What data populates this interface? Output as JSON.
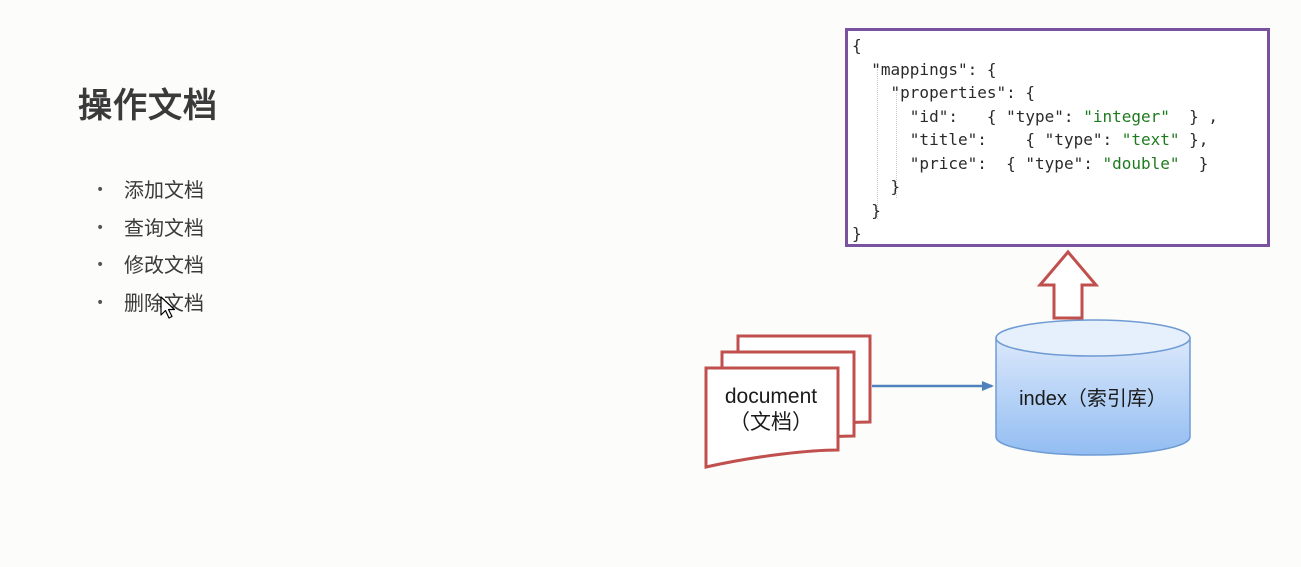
{
  "slide": {
    "title": "操作文档",
    "bullets": [
      {
        "label": "添加文档"
      },
      {
        "label": "查询文档"
      },
      {
        "label": "修改文档"
      },
      {
        "label": "删除文档"
      }
    ]
  },
  "mapping_json": {
    "open_brace": "{",
    "mappings_key": "\"mappings\"",
    "properties_key": "\"properties\"",
    "fields": [
      {
        "key": "\"id\"",
        "type_key": "\"type\"",
        "type_value": "\"integer\"",
        "tail": "} ,"
      },
      {
        "key": "\"title\"",
        "type_key": "\"type\"",
        "type_value": "\"text\"",
        "tail": "},"
      },
      {
        "key": "\"price\"",
        "type_key": "\"type\"",
        "type_value": "\"double\"",
        "tail": "}"
      }
    ]
  },
  "diagram": {
    "document_label": "document",
    "document_sublabel": "（文档）",
    "index_label": "index（索引库）",
    "colors": {
      "document_stroke": "#c0504d",
      "arrow_up_stroke": "#c0504d",
      "flow_arrow": "#4f81bd",
      "index_fill_top": "#dbe8fb",
      "index_fill_bottom": "#92bdf2",
      "index_stroke": "#6f9bd3",
      "json_border": "#7a52a0"
    }
  }
}
